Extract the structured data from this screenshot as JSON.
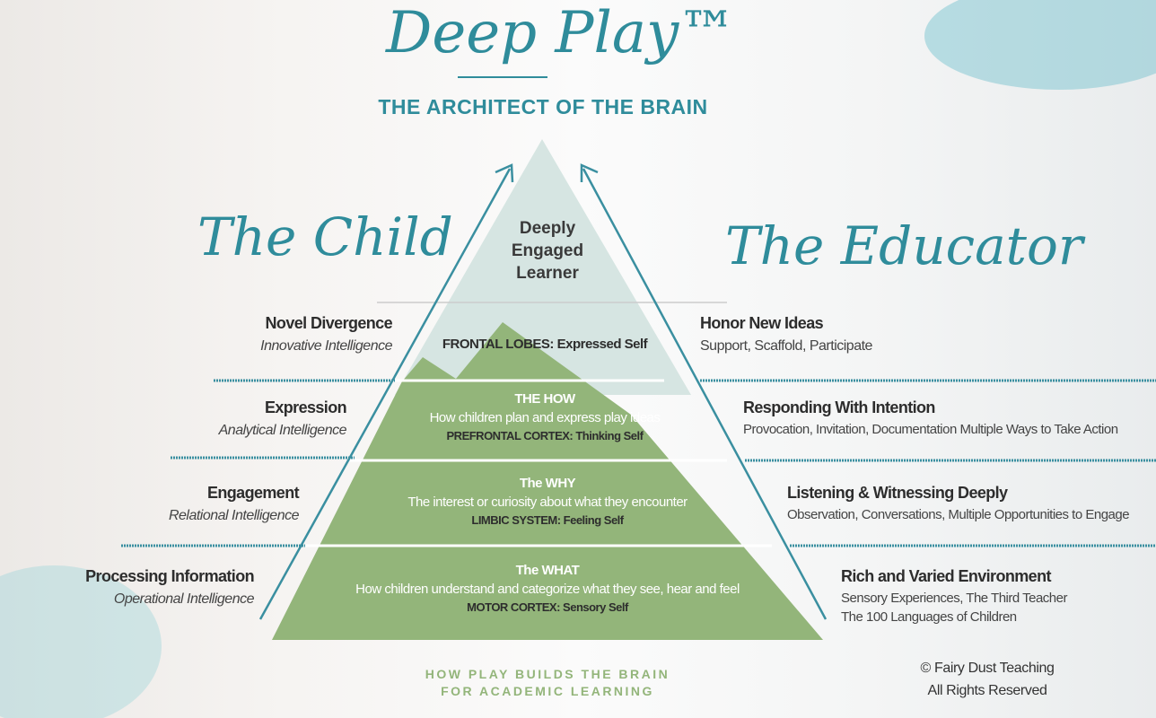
{
  "title": "Deep Play™",
  "subtitle": "THE ARCHITECT OF THE BRAIN",
  "left_heading": "The Child",
  "right_heading": "The Educator",
  "apex": {
    "line1": "Deeply",
    "line2": "Engaged",
    "line3": "Learner"
  },
  "tiers": [
    {
      "brain": "FRONTAL LOBES: Expressed Self"
    },
    {
      "title": "THE HOW",
      "desc": "How children plan and  express play ideas",
      "brain": "PREFRONTAL CORTEX: Thinking Self"
    },
    {
      "title": "The WHY",
      "desc": "The interest or curiosity about what they encounter",
      "brain": "LIMBIC SYSTEM: Feeling Self"
    },
    {
      "title": "The WHAT",
      "desc": "How children understand and categorize what they see, hear and feel",
      "brain": "MOTOR CORTEX:  Sensory Self"
    }
  ],
  "child": [
    {
      "title": "Novel Divergence",
      "sub": "Innovative Intelligence"
    },
    {
      "title": "Expression",
      "sub": "Analytical Intelligence"
    },
    {
      "title": "Engagement",
      "sub": "Relational Intelligence"
    },
    {
      "title": "Processing Information",
      "sub": "Operational Intelligence"
    }
  ],
  "educator": [
    {
      "title": "Honor New Ideas",
      "sub": "Support,  Scaffold, Participate"
    },
    {
      "title": "Responding With Intention",
      "sub": "Provocation, Invitation, Documentation Multiple Ways to  Take Action"
    },
    {
      "title": "Listening & Witnessing Deeply",
      "sub": "Observation,  Conversations,  Multiple Opportunities to Engage"
    },
    {
      "title": "Rich and Varied Environment",
      "sub": "Sensory Experiences, The Third Teacher",
      "sub2": "The 100 Languages of Children"
    }
  ],
  "footer": {
    "line1": "HOW PLAY BUILDS THE BRAIN",
    "line2": "FOR ACADEMIC LEARNING"
  },
  "copyright": {
    "line1": "©  Fairy Dust Teaching",
    "line2": "All Rights Reserved"
  },
  "colors": {
    "teal": "#2f8c9b",
    "green": "#93b57a",
    "apex": "#d6e5e2"
  }
}
